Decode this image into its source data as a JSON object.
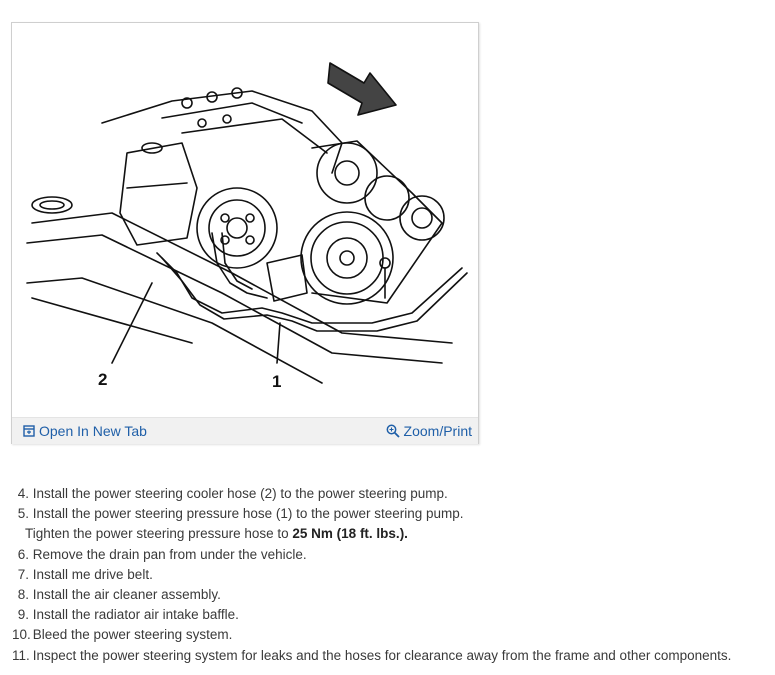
{
  "figure": {
    "callouts": [
      "1",
      "2"
    ],
    "open_tab_label": "Open In New Tab",
    "zoom_label": "Zoom/Print",
    "icons": [
      "new-tab-icon",
      "zoom-icon"
    ],
    "link_color": "#1f5fa8"
  },
  "steps": [
    {
      "num": "4.",
      "text": "Install the power steering cooler hose (2) to the power steering pump."
    },
    {
      "num": "5.",
      "text": "Install the power steering pressure hose (1) to the power steering pump.",
      "sub_text": "Tighten the power steering pressure hose to ",
      "sub_bold": "25 Nm (18 ft. lbs.)."
    },
    {
      "num": "6.",
      "text": "Remove the drain pan from under the vehicle."
    },
    {
      "num": "7.",
      "text": "Install me drive belt."
    },
    {
      "num": "8.",
      "text": "Install the air cleaner assembly."
    },
    {
      "num": "9.",
      "text": "Install the radiator air intake baffle."
    },
    {
      "num": "10.",
      "text": "Bleed the power steering system."
    },
    {
      "num": "11.",
      "text": "Inspect the power steering system for leaks and the hoses for clearance away from the frame and other components."
    }
  ]
}
